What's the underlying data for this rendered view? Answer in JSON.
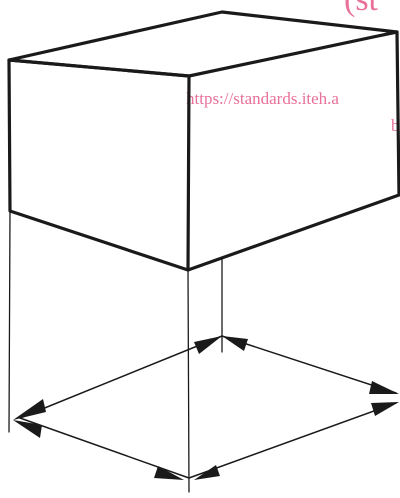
{
  "watermark": {
    "top_fragment": "(st",
    "url_text": "https://standards.iteh.a",
    "line_fragment": "b"
  },
  "figure": {
    "description_items": [
      {
        "name": "box-top-face"
      },
      {
        "name": "box-front-face"
      },
      {
        "name": "box-side-face"
      },
      {
        "name": "dimension-arrow-front-left"
      },
      {
        "name": "dimension-arrow-front-right"
      },
      {
        "name": "dimension-arrow-back-left"
      },
      {
        "name": "dimension-arrow-back-right"
      }
    ]
  }
}
